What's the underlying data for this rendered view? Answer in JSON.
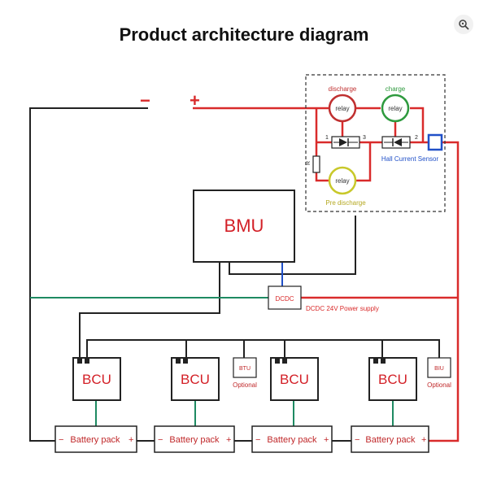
{
  "title": "Product architecture diagram",
  "terminals": {
    "negative": "−",
    "positive": "+"
  },
  "bmu": "BMU",
  "dcdc": "DCDC",
  "dcdc_supply": "DCDC 24V Power supply",
  "relays": {
    "discharge_label": "discharge",
    "charge_label": "charge",
    "pre_label": "Pre discharge",
    "relay_text": "relay"
  },
  "resistor": "R",
  "pins": [
    "1",
    "3",
    "2"
  ],
  "hall_sensor": "Hall Current Sensor",
  "bcu_label": "BCU",
  "battery_pack": {
    "minus": "−",
    "label": "Battery pack",
    "plus": "+"
  },
  "optional_modules": [
    {
      "name": "BTU",
      "note": "Optional"
    },
    {
      "name": "BIU",
      "note": "Optional"
    }
  ],
  "colors": {
    "red": "#d92b2b",
    "green": "#1e8a62",
    "black": "#222222",
    "blue": "#2050c8",
    "discharge": "#c03030",
    "charge": "#2e9a3e",
    "pre": "#c8c82a"
  }
}
